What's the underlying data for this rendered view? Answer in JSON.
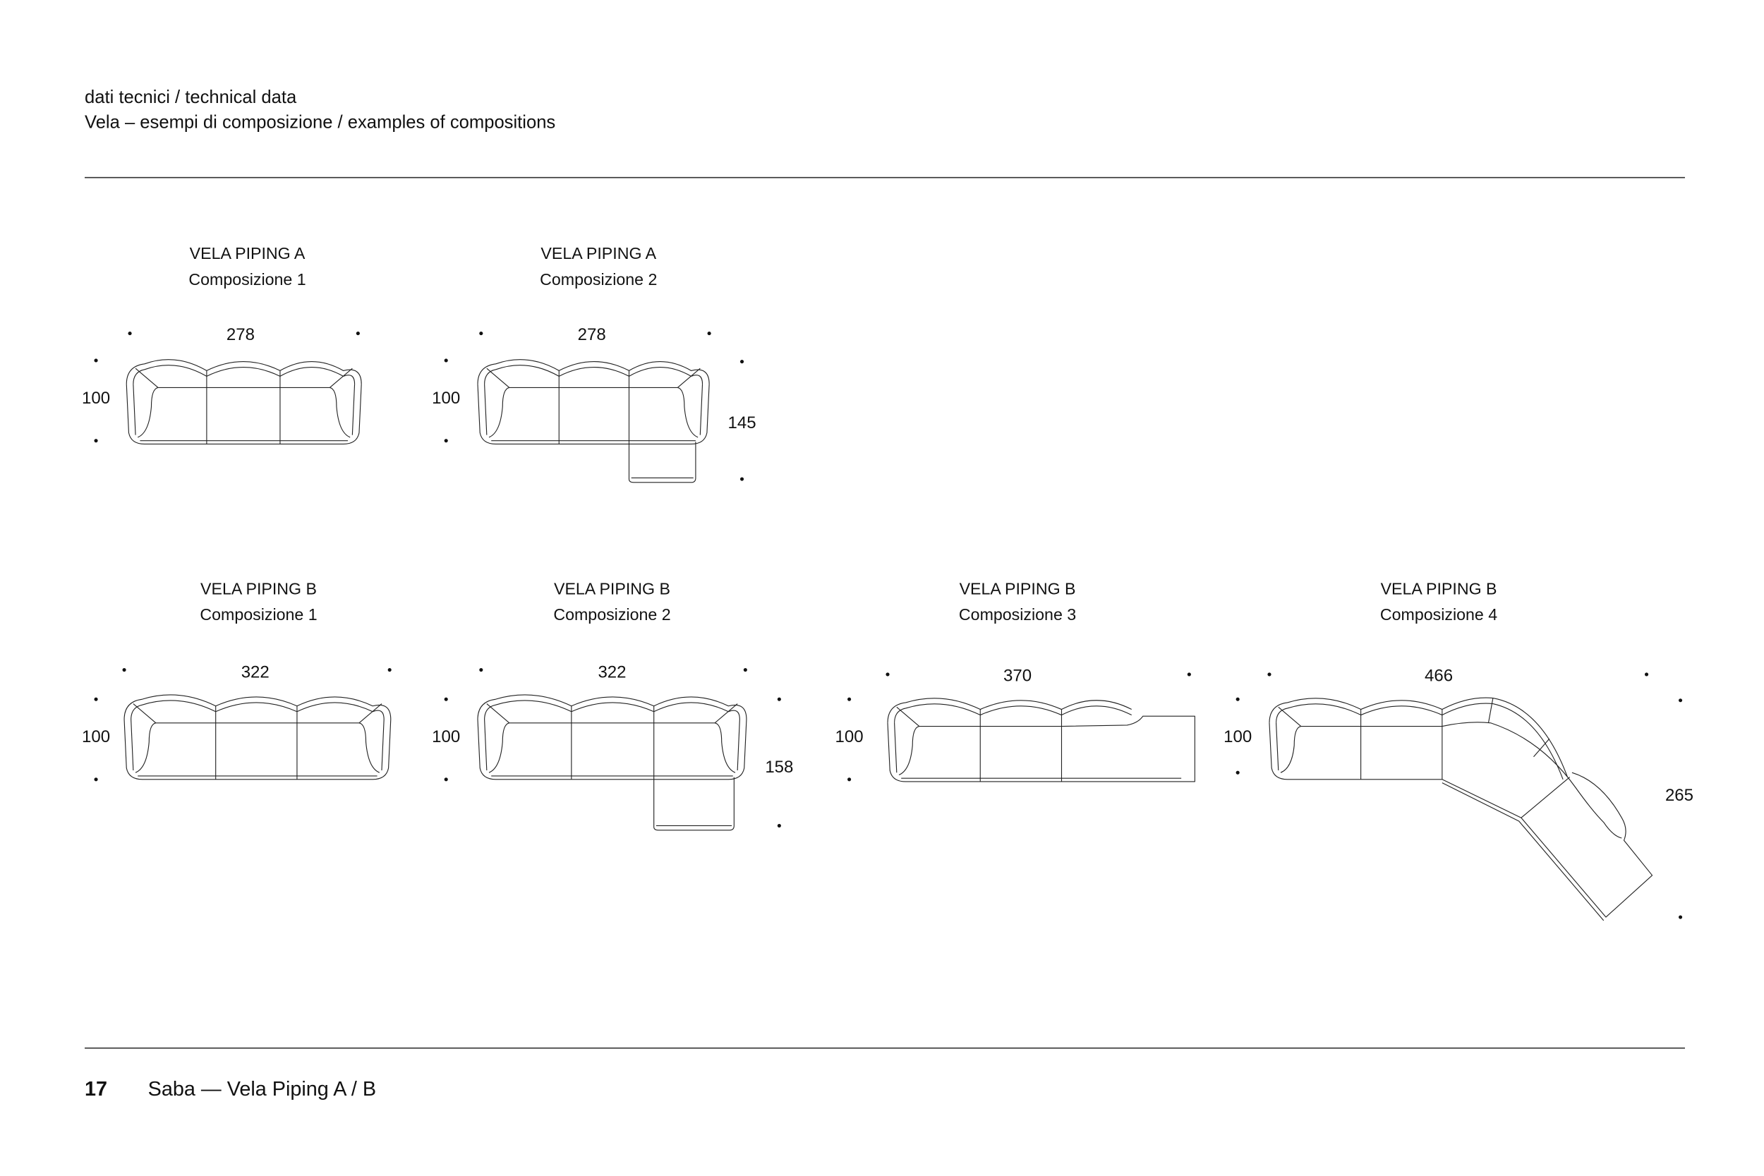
{
  "header": {
    "line1": "dati tecnici / technical data",
    "line2": "Vela – esempi di composizione / examples of compositions"
  },
  "compositions": [
    {
      "model": "VELA PIPING A",
      "name": "Composizione 1",
      "width": "278",
      "depth": "100"
    },
    {
      "model": "VELA PIPING A",
      "name": "Composizione 2",
      "width": "278",
      "depth": "100",
      "chaise_depth": "145"
    },
    {
      "model": "VELA PIPING B",
      "name": "Composizione 1",
      "width": "322",
      "depth": "100"
    },
    {
      "model": "VELA PIPING B",
      "name": "Composizione 2",
      "width": "322",
      "depth": "100",
      "chaise_depth": "158"
    },
    {
      "model": "VELA PIPING B",
      "name": "Composizione 3",
      "width": "370",
      "depth": "100"
    },
    {
      "model": "VELA PIPING B",
      "name": "Composizione 4",
      "width": "466",
      "depth": "100",
      "chaise_depth": "265"
    }
  ],
  "footer": {
    "page_number": "17",
    "title": "Saba — Vela Piping A / B"
  }
}
